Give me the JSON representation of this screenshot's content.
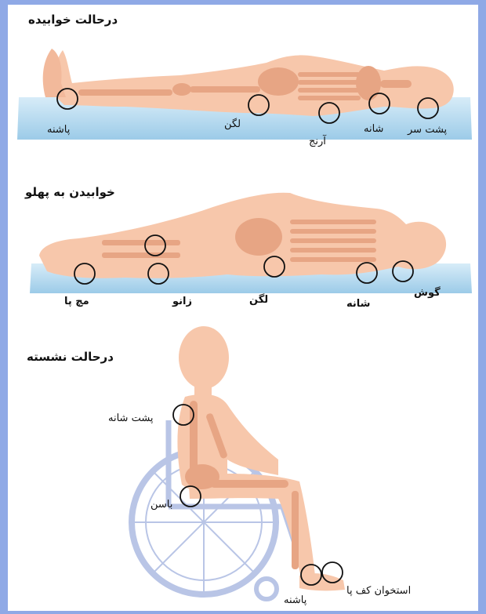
{
  "sections": [
    {
      "title": "درحالت خوابیده",
      "labels": [
        "پاشنه",
        "لگن",
        "آرنج",
        "شانه",
        "پشت سر"
      ]
    },
    {
      "title": "خوابیدن به پهلو",
      "labels": [
        "مچ پا",
        "زانو",
        "لگن",
        "شانه",
        "گوش"
      ]
    },
    {
      "title": "درحالت نشسته",
      "labels": [
        "پشت شانه",
        "باسن",
        "پاشنه",
        "استخوان کف پا"
      ]
    }
  ],
  "colors": {
    "frame": "#8fa9e6",
    "skin": "#f7c7ab",
    "bone": "#e7a584",
    "mattress": "#b8dbef",
    "wheelchair": "#b9c5e6"
  }
}
